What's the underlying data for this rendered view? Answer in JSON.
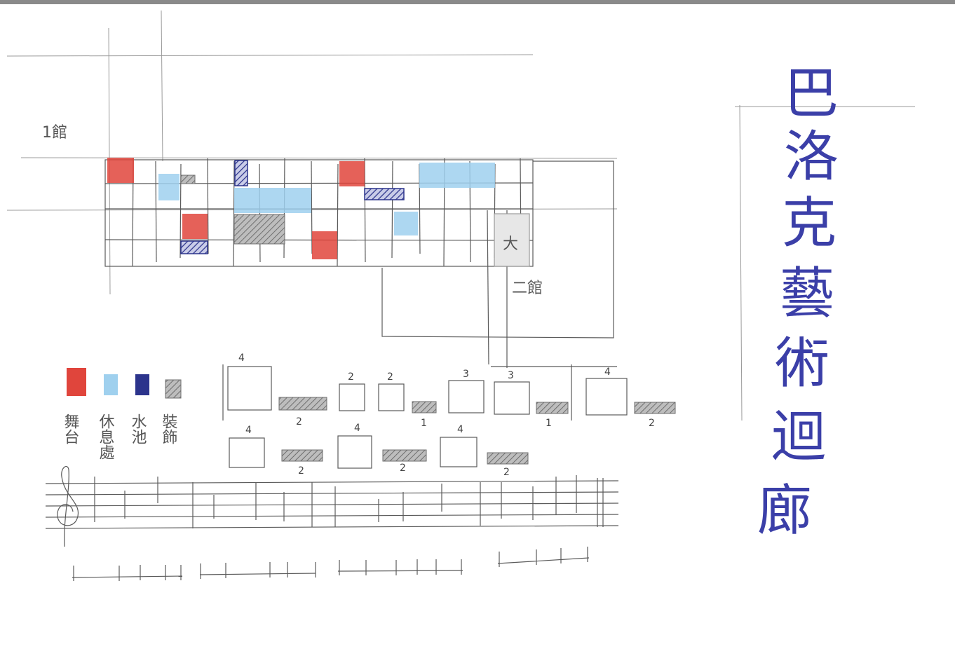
{
  "title": {
    "chars": [
      "巴",
      "洛",
      "克",
      "藝",
      "術",
      "迴",
      "廊"
    ]
  },
  "building_labels": {
    "hall1": "1館",
    "hall2": "二館",
    "small": "大"
  },
  "legend": [
    {
      "key": "stage",
      "label": "舞台",
      "color": "#e0453c"
    },
    {
      "key": "rest",
      "label": "休息處",
      "color": "#9fd0ee"
    },
    {
      "key": "pool",
      "label": "水池",
      "color": "#2c348c"
    },
    {
      "key": "decor",
      "label": "裝飾",
      "color": "#6d6d6d"
    }
  ],
  "rhythm_row1": {
    "squares": [
      "4",
      "2",
      "2",
      "3",
      "3",
      "4"
    ],
    "bars": [
      "2",
      "1",
      "1",
      "2"
    ]
  },
  "rhythm_row2": {
    "squares": [
      "4",
      "4",
      "4"
    ],
    "bars": [
      "2",
      "2",
      "2"
    ]
  },
  "palette": {
    "ink": "#3b3fa8",
    "stage": "#e0453c",
    "rest": "#9fd0ee",
    "pool": "#2c348c",
    "pencil": "#5a5a5a"
  }
}
